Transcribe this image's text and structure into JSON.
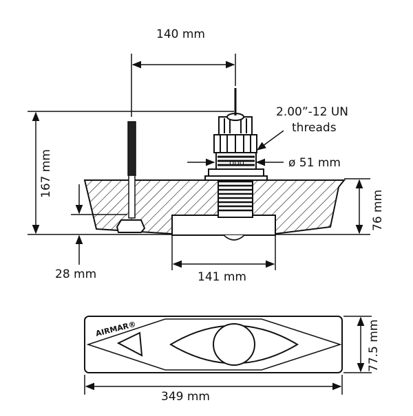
{
  "dimensions": {
    "stem_spacing": "140 mm",
    "overall_height": "167 mm",
    "threads_line1": "2.00”-12 UN",
    "threads_line2": "threads",
    "stem_diameter": "ø 51 mm",
    "housing_height": "76 mm",
    "depth_below": "28 mm",
    "face_width": "141 mm",
    "total_length": "349 mm",
    "total_width": "77.5 mm"
  },
  "brand": "AIRMAR®"
}
